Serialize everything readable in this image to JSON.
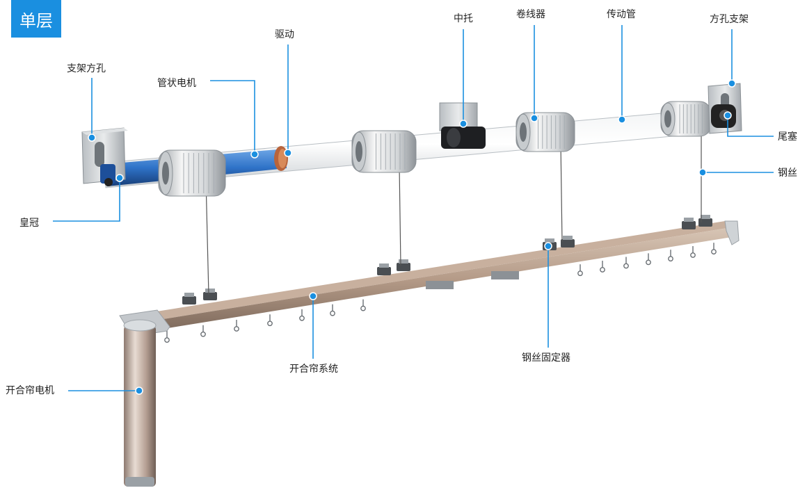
{
  "badge": "单层",
  "colors": {
    "accent": "#1a8fe0",
    "leader": "#1a8fe0",
    "motor_blue": "#2060b8"
  },
  "labels": {
    "bracket_square_hole_left": "支架方孔",
    "tubular_motor": "管状电机",
    "drive": "驱动",
    "middle_support": "中托",
    "winder": "卷线器",
    "drive_tube": "传动管",
    "square_hole_bracket_right": "方孔支架",
    "end_plug": "尾塞",
    "steel_wire": "钢丝",
    "crown": "皇冠",
    "curtain_system": "开合帘系统",
    "wire_fixer": "钢丝固定器",
    "curtain_motor": "开合帘电机"
  }
}
